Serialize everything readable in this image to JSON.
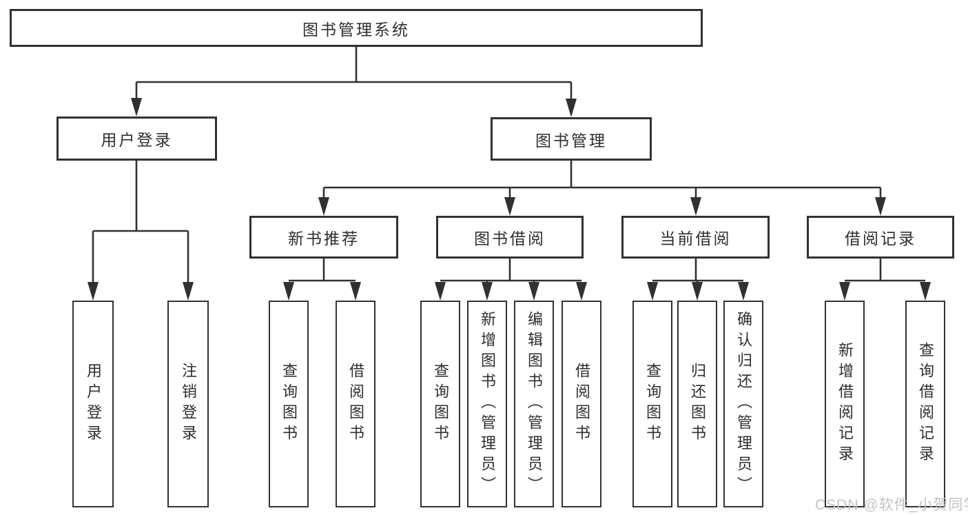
{
  "diagram": {
    "root": {
      "label": "图书管理系统"
    },
    "branches": [
      {
        "label": "用户登录",
        "children": [
          {
            "label": "用户登录"
          },
          {
            "label": "注销登录"
          }
        ]
      },
      {
        "label": "图书管理",
        "children": [
          {
            "label": "新书推荐",
            "children": [
              {
                "label": "查询图书"
              },
              {
                "label": "借阅图书"
              }
            ]
          },
          {
            "label": "图书借阅",
            "children": [
              {
                "label": "查询图书"
              },
              {
                "label": "新增图书（管理员）"
              },
              {
                "label": "编辑图书（管理员）"
              },
              {
                "label": "借阅图书"
              }
            ]
          },
          {
            "label": "当前借阅",
            "children": [
              {
                "label": "查询图书"
              },
              {
                "label": "归还图书"
              },
              {
                "label": "确认归还（管理员）"
              }
            ]
          },
          {
            "label": "借阅记录",
            "children": [
              {
                "label": "新增借阅记录"
              },
              {
                "label": "查询借阅记录"
              }
            ]
          }
        ]
      }
    ]
  },
  "watermark": {
    "text": "CSDN @软件_小贺同学"
  },
  "colors": {
    "line": "#313131",
    "text": "#2e2e2e",
    "watermark": "#c3c3c3",
    "background": "#ffffff"
  }
}
